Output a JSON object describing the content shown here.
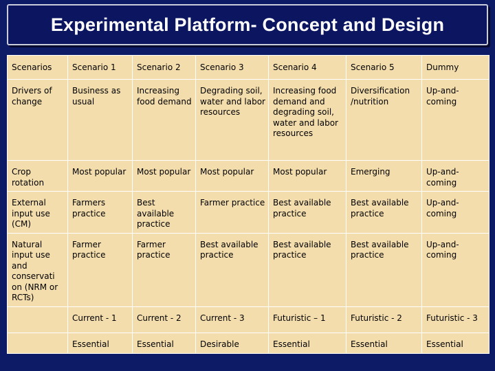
{
  "title": "Experimental Platform- Concept and Design",
  "table": {
    "header": [
      "Scenarios",
      "Scenario 1",
      "Scenario 2",
      "Scenario 3",
      "Scenario 4",
      "Scenario 5",
      "Dummy"
    ],
    "rows": [
      [
        "Drivers of change",
        "Business as usual",
        "Increasing food demand",
        "Degrading soil, water and labor resources",
        "Increasing food demand and degrading soil, water and labor resources",
        "Diversification /nutrition",
        "Up-and-coming"
      ],
      [
        "Crop rotation",
        "Most popular",
        "Most popular",
        "Most popular",
        "Most popular",
        "Emerging",
        "Up-and-coming"
      ],
      [
        "External input use (CM)",
        "Farmers practice",
        "Best available practice",
        "Farmer practice",
        "Best available practice",
        "Best available practice",
        "Up-and-coming"
      ],
      [
        "Natural input use and conservati on (NRM or RCTs)",
        "Farmer practice",
        "Farmer practice",
        "Best available practice",
        "Best available practice",
        "Best available practice",
        "Up-and-coming"
      ],
      [
        "",
        "Current - 1",
        "Current - 2",
        "Current - 3",
        "Futuristic – 1",
        "Futuristic - 2",
        "Futuristic - 3"
      ],
      [
        "",
        "Essential",
        "Essential",
        "Desirable",
        "Essential",
        "Essential",
        "Essential"
      ]
    ]
  }
}
